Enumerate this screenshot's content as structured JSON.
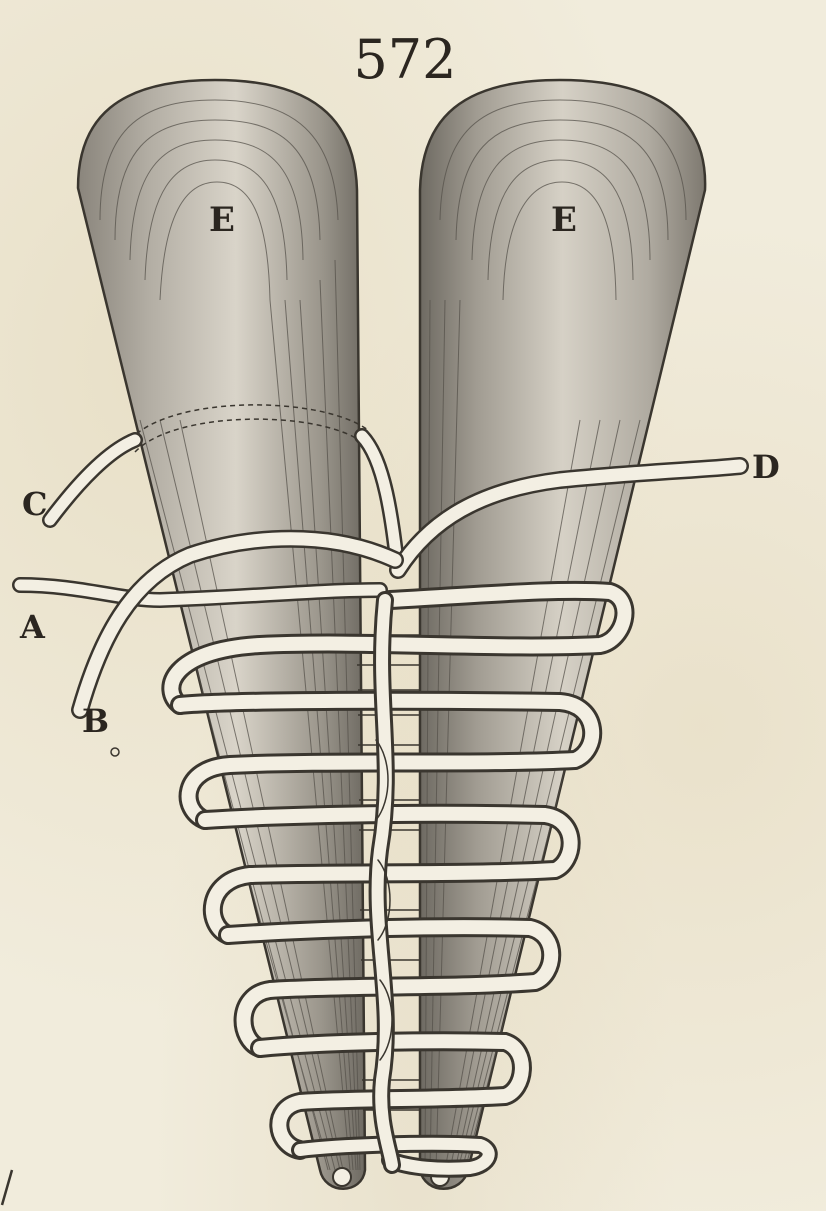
{
  "figure": {
    "page_number": "572",
    "labels": {
      "e_left": "E",
      "e_right": "E",
      "a": "A",
      "b": "B",
      "c": "C",
      "d": "D"
    }
  },
  "colors": {
    "paper": "#f1ecdc",
    "ink": "#2b2620",
    "splint_dark": "#7b766d",
    "splint_light": "#cfcac0",
    "cord": "#f3efe3"
  }
}
